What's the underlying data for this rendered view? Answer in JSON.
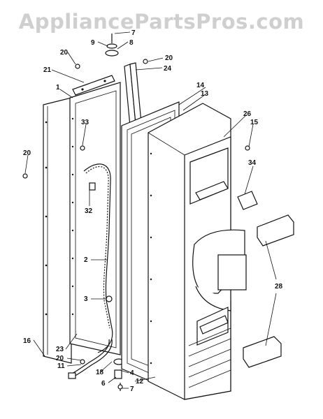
{
  "watermark": "AppliancePartsPros.com",
  "callouts": [
    "7",
    "9",
    "8",
    "20",
    "20",
    "24",
    "21",
    "1",
    "14",
    "13",
    "26",
    "15",
    "33",
    "34",
    "20",
    "32",
    "2",
    "3",
    "28",
    "16",
    "23",
    "20",
    "11",
    "18",
    "4",
    "6",
    "12",
    "7"
  ]
}
